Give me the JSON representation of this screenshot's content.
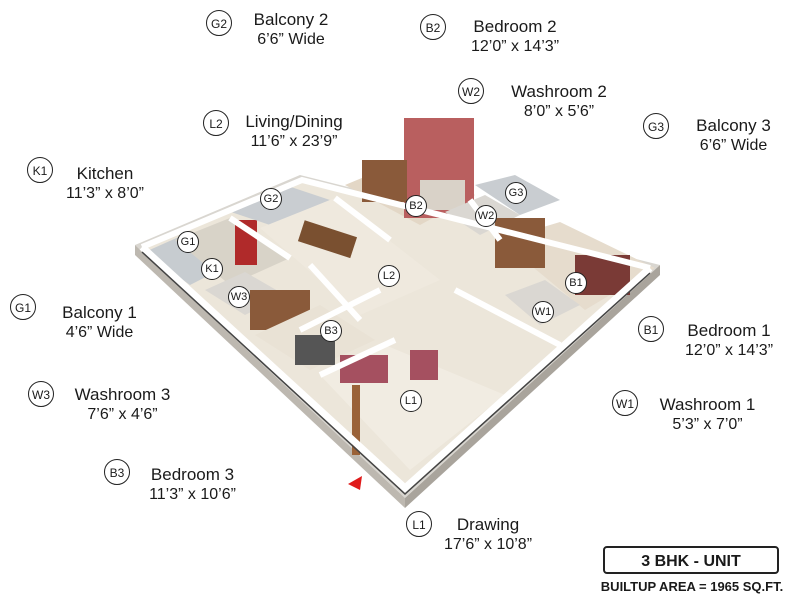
{
  "rooms": [
    {
      "code": "G2",
      "name": "Balcony 2",
      "dim": "6’6” Wide"
    },
    {
      "code": "B2",
      "name": "Bedroom 2",
      "dim": "12’0” x 14’3”"
    },
    {
      "code": "W2",
      "name": "Washroom 2",
      "dim": "8’0” x 5’6”"
    },
    {
      "code": "L2",
      "name": "Living/Dining",
      "dim": "11’6” x 23’9”"
    },
    {
      "code": "G3",
      "name": "Balcony 3",
      "dim": "6’6” Wide"
    },
    {
      "code": "K1",
      "name": "Kitchen",
      "dim": "11’3” x 8’0”"
    },
    {
      "code": "G1",
      "name": "Balcony 1",
      "dim": "4’6” Wide"
    },
    {
      "code": "B1",
      "name": "Bedroom 1",
      "dim": "12’0” x 14’3”"
    },
    {
      "code": "W3",
      "name": "Washroom 3",
      "dim": "7’6” x 4’6”"
    },
    {
      "code": "W1",
      "name": "Washroom 1",
      "dim": "5’3” x 7’0”"
    },
    {
      "code": "B3",
      "name": "Bedroom 3",
      "dim": "11’3” x 10’6”"
    },
    {
      "code": "L1",
      "name": "Drawing",
      "dim": "17’6” x 10’8”"
    }
  ],
  "unit": {
    "title": "3 BHK - UNIT",
    "area": "BUILTUP AREA = 1965 SQ.FT."
  },
  "colors": {
    "floor": "#ece6da",
    "wall": "#ffffff",
    "wood": "#8a5a3a",
    "accent": "#b95f5f",
    "entry_arrow": "#e01b1b"
  },
  "icons": {
    "entry": "entry-arrow-icon"
  }
}
